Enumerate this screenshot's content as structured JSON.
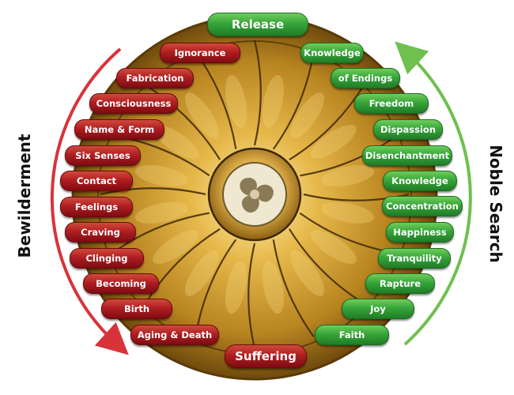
{
  "top": {
    "label": "Release"
  },
  "bottom": {
    "label": "Suffering"
  },
  "left_title": "Bewilderment",
  "right_title": "Noble Search",
  "left_items": [
    "Ignorance",
    "Fabrication",
    "Consciousness",
    "Name & Form",
    "Six Senses",
    "Contact",
    "Feelings",
    "Craving",
    "Clinging",
    "Becoming",
    "Birth",
    "Aging & Death"
  ],
  "right_items": [
    "Knowledge",
    "of Endings",
    "Freedom",
    "Dispassion",
    "Disenchantment",
    "Knowledge",
    "Concentration",
    "Happiness",
    "Tranquility",
    "Rapture",
    "Joy",
    "Faith"
  ],
  "colors": {
    "red": "#b01e22",
    "green": "#37a53a",
    "gold": "#c9952a",
    "arrow_red": "#d8333b",
    "arrow_green": "#6fc04f"
  },
  "icons": {
    "center": "triple-swirl-icon",
    "wheel": "golden-wheel-icon"
  }
}
